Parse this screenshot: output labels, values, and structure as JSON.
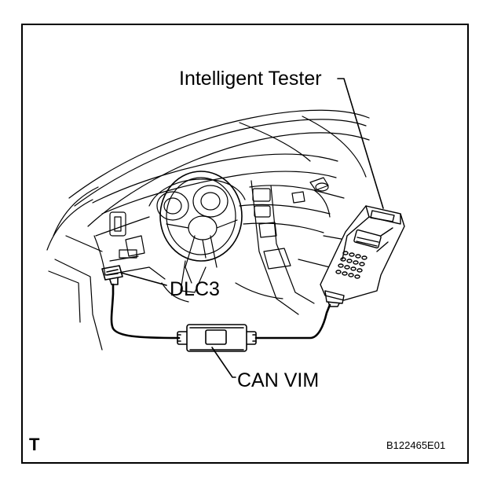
{
  "labels": {
    "tester": "Intelligent Tester",
    "dlc3": "DLC3",
    "can_vim": "CAN VIM",
    "corner_mark": "T",
    "figure_code": "B122465E01"
  }
}
